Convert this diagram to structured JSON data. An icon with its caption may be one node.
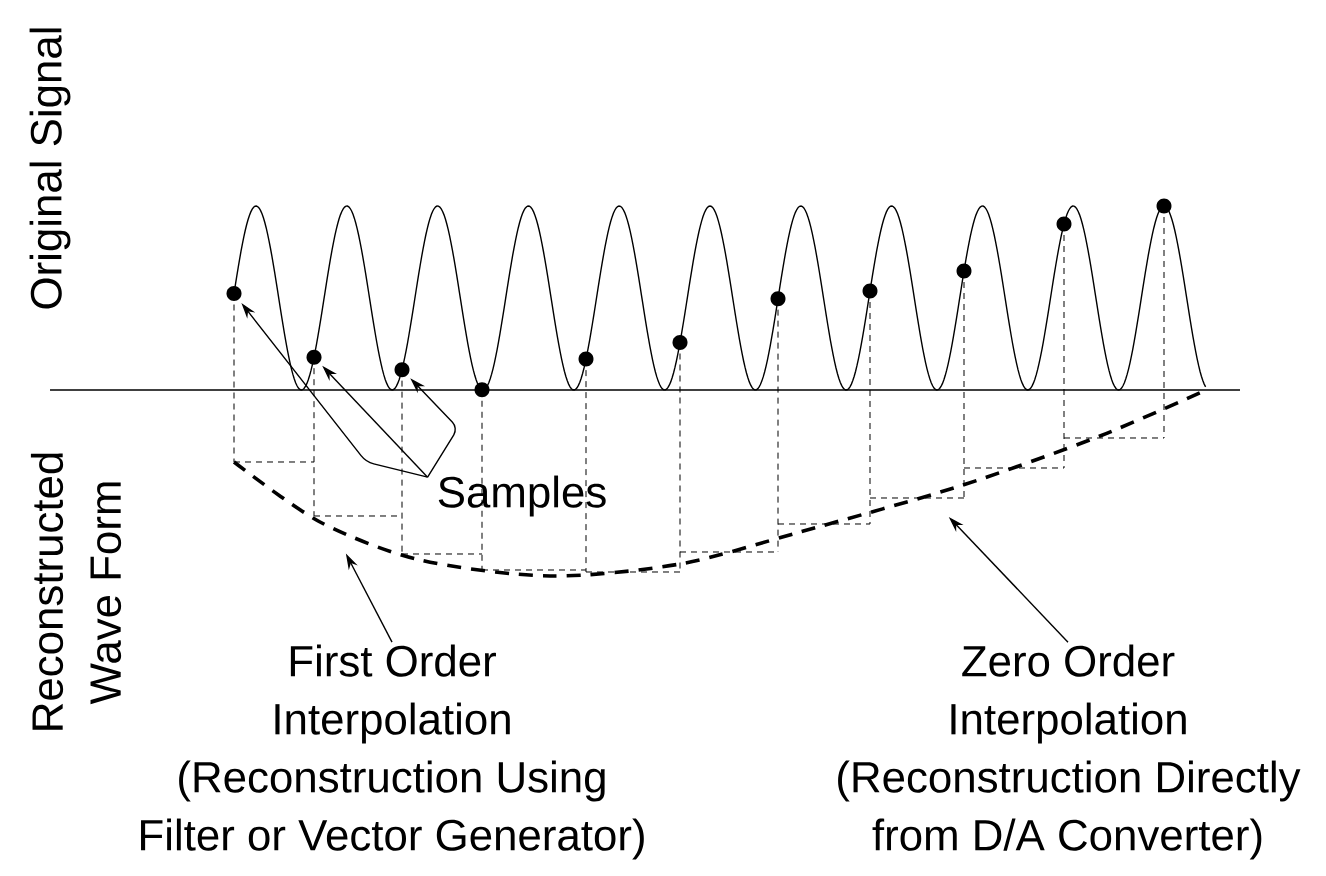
{
  "diagram": {
    "nodes": [
      {
        "text": [],
        "shape": "circle"
      },
      {
        "text": [],
        "shape": "circle"
      },
      {
        "text": [],
        "shape": "circle"
      },
      {
        "text": [],
        "shape": "circle"
      },
      {
        "text": [],
        "shape": "circle"
      },
      {
        "text": [],
        "shape": "circle"
      },
      {
        "text": [],
        "shape": "circle"
      },
      {
        "text": [],
        "shape": "circle"
      },
      {
        "text": [],
        "shape": "circle"
      },
      {
        "text": [],
        "shape": "circle"
      },
      {
        "text": [],
        "shape": "circle"
      },
      {
        "text": [
          "Samples"
        ]
      },
      {
        "text": [
          "First Order Interpolation",
          "(Reconstruction Using Filter or Vector Generator)"
        ]
      },
      {
        "text": [
          "Zero Order Interpolation",
          "(Reconstruction Directly from D/A Converter)"
        ]
      }
    ],
    "edges": [
      {
        "from": 11,
        "to": 0,
        "arrow": "to"
      },
      {
        "from": 11,
        "to": 1,
        "arrow": "to"
      },
      {
        "from": 11,
        "to": 2,
        "arrow": "to"
      },
      {
        "from": 12,
        "to": null,
        "arrow": "to"
      },
      {
        "from": 13,
        "to": null,
        "arrow": "to"
      }
    ],
    "labels": [
      "Original Signal",
      "Reconstructed Wave Form"
    ]
  }
}
